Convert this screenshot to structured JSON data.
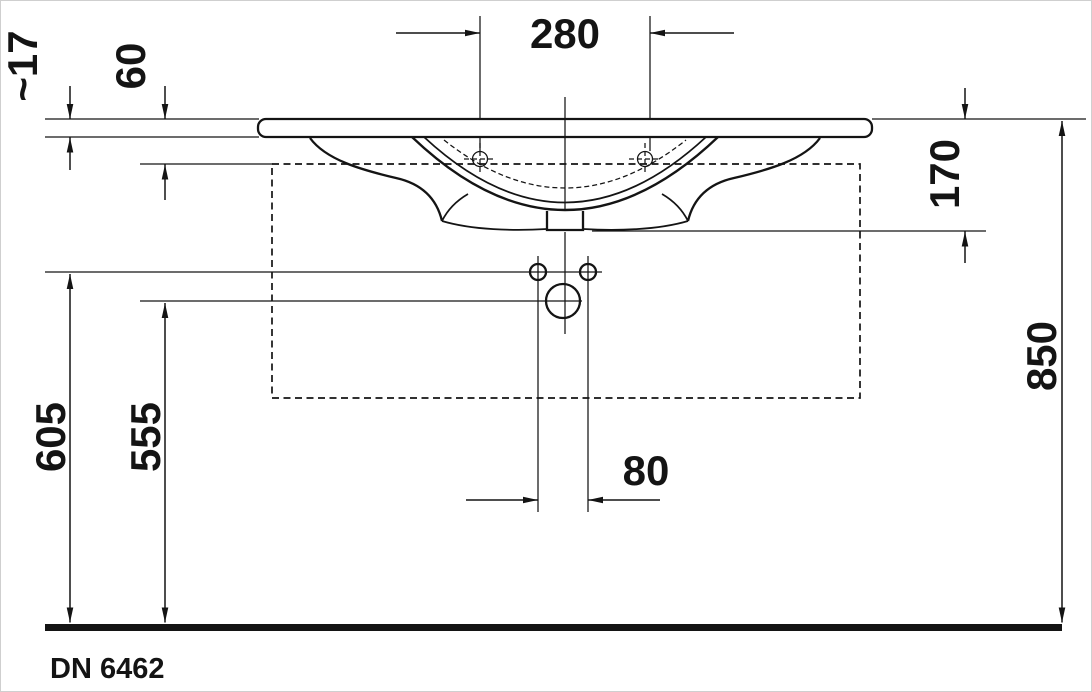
{
  "drawing": {
    "model_label": "DN 6462",
    "line_color": "#141414",
    "dimensions": {
      "faucet_hole_spacing": "280",
      "rim_height": "~17",
      "rim_to_underside": "60",
      "top_to_overflow": "170",
      "overall_height": "850",
      "fixing_holes_height": "605",
      "waste_center_height": "555",
      "fixing_hole_spacing": "80"
    }
  }
}
